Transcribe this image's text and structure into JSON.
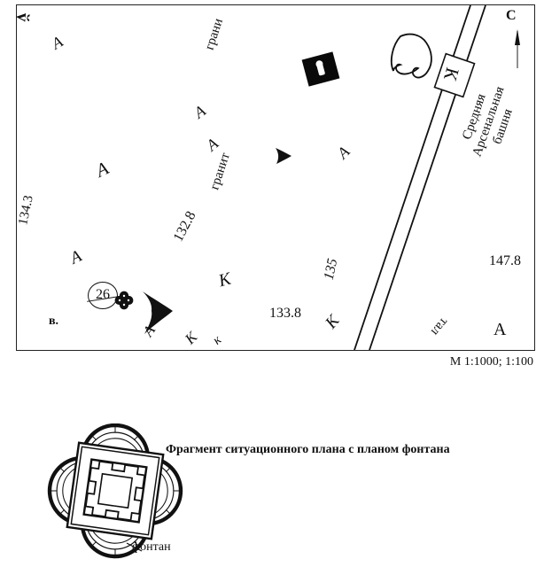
{
  "map": {
    "north_label": "С",
    "scale_label": "М 1:1000; 1:100",
    "wall_marker": "К",
    "corner_glyph": "ў",
    "tower_name": [
      "Средняя",
      "Арсенальная",
      "башня"
    ],
    "labels": {
      "boundary_top": "грани",
      "granite": "гранит",
      "elev_134_3": "134.3",
      "elev_132_8": "132.8",
      "elev_135": "135",
      "elev_133_8": "133.8",
      "elev_147_8": "147.8",
      "point_v": "в.",
      "fountain_number": "26",
      "tal": "тал"
    },
    "letters": [
      {
        "ch": "А"
      },
      {
        "ch": "А"
      },
      {
        "ch": "А"
      },
      {
        "ch": "А"
      },
      {
        "ch": "А"
      },
      {
        "ch": "А"
      },
      {
        "ch": "К"
      },
      {
        "ch": "А"
      },
      {
        "ch": "К"
      },
      {
        "ch": "к"
      },
      {
        "ch": "К"
      },
      {
        "ch": "А"
      }
    ],
    "icons": {
      "building": "building-footprint",
      "tower": "arsenal-tower-outline",
      "wall": "kremlin-wall",
      "fountain_point": "fountain-symbol",
      "arrows": "direction-arrows"
    },
    "colors": {
      "ink": "#111111",
      "paper": "#ffffff"
    }
  },
  "fountain": {
    "caption": "Фрагмент ситуационного плана с планом фонтана",
    "label": "фонтан"
  }
}
